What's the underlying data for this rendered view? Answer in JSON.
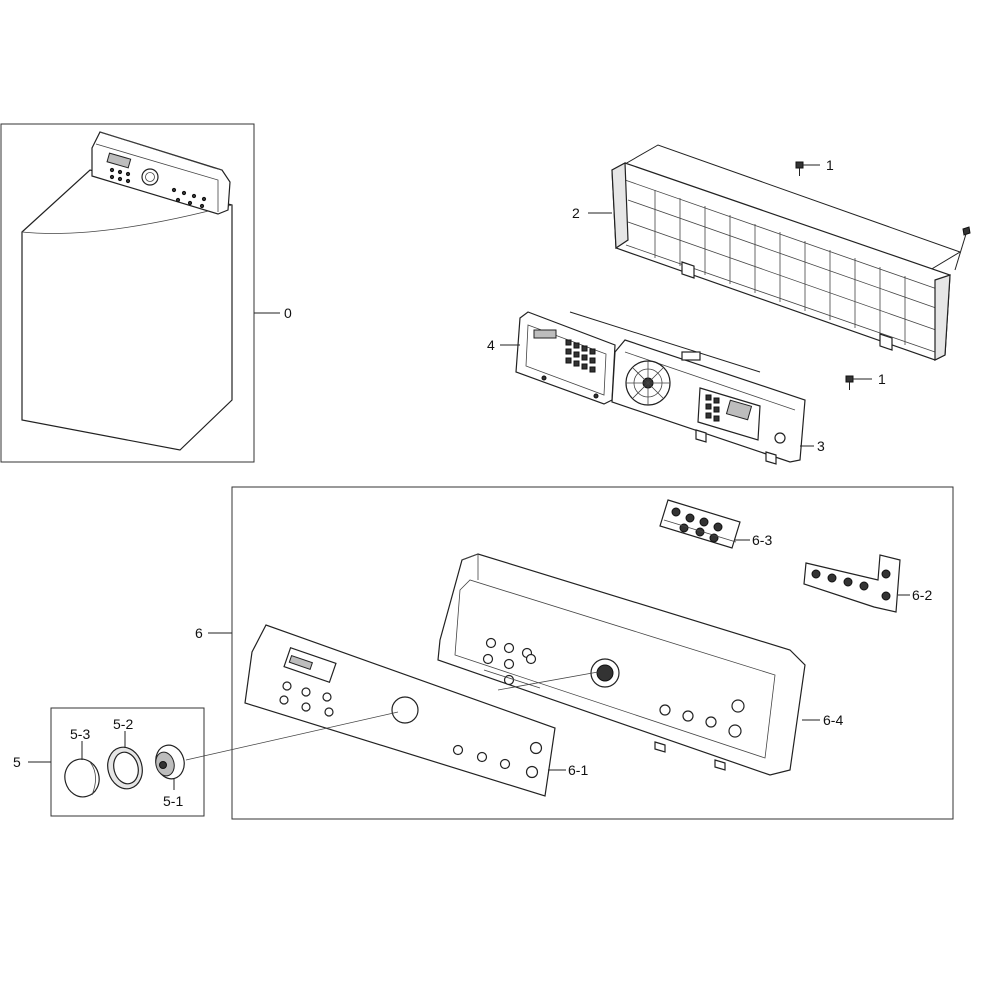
{
  "labels": {
    "l0": "0",
    "l1a": "1",
    "l1b": "1",
    "l2": "2",
    "l3": "3",
    "l4": "4",
    "l5": "5",
    "l5_1": "5-1",
    "l5_2": "5-2",
    "l5_3": "5-3",
    "l6": "6",
    "l6_1": "6-1",
    "l6_2": "6-2",
    "l6_3": "6-3",
    "l6_4": "6-4"
  }
}
